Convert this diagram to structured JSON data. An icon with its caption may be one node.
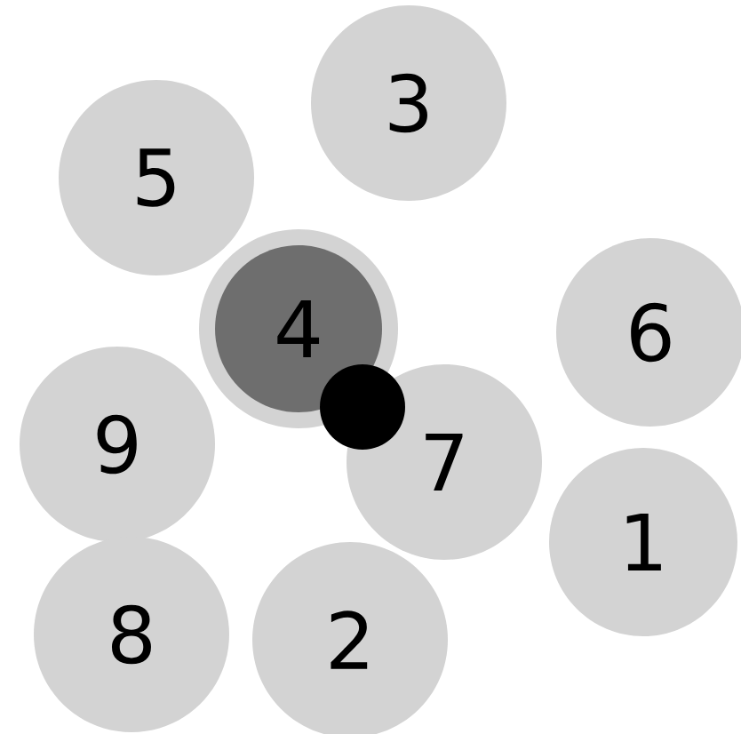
{
  "diagram": {
    "nodes": [
      {
        "text": [
          "3"
        ]
      },
      {
        "text": [
          "5"
        ]
      },
      {
        "text": [
          "4"
        ]
      },
      {
        "text": [
          "6"
        ]
      },
      {
        "text": [],
        "shape": "circle"
      },
      {
        "text": [
          "9"
        ]
      },
      {
        "text": [
          "7"
        ]
      },
      {
        "text": [
          "1"
        ]
      },
      {
        "text": [
          "8"
        ]
      },
      {
        "text": [
          "2"
        ]
      }
    ]
  }
}
